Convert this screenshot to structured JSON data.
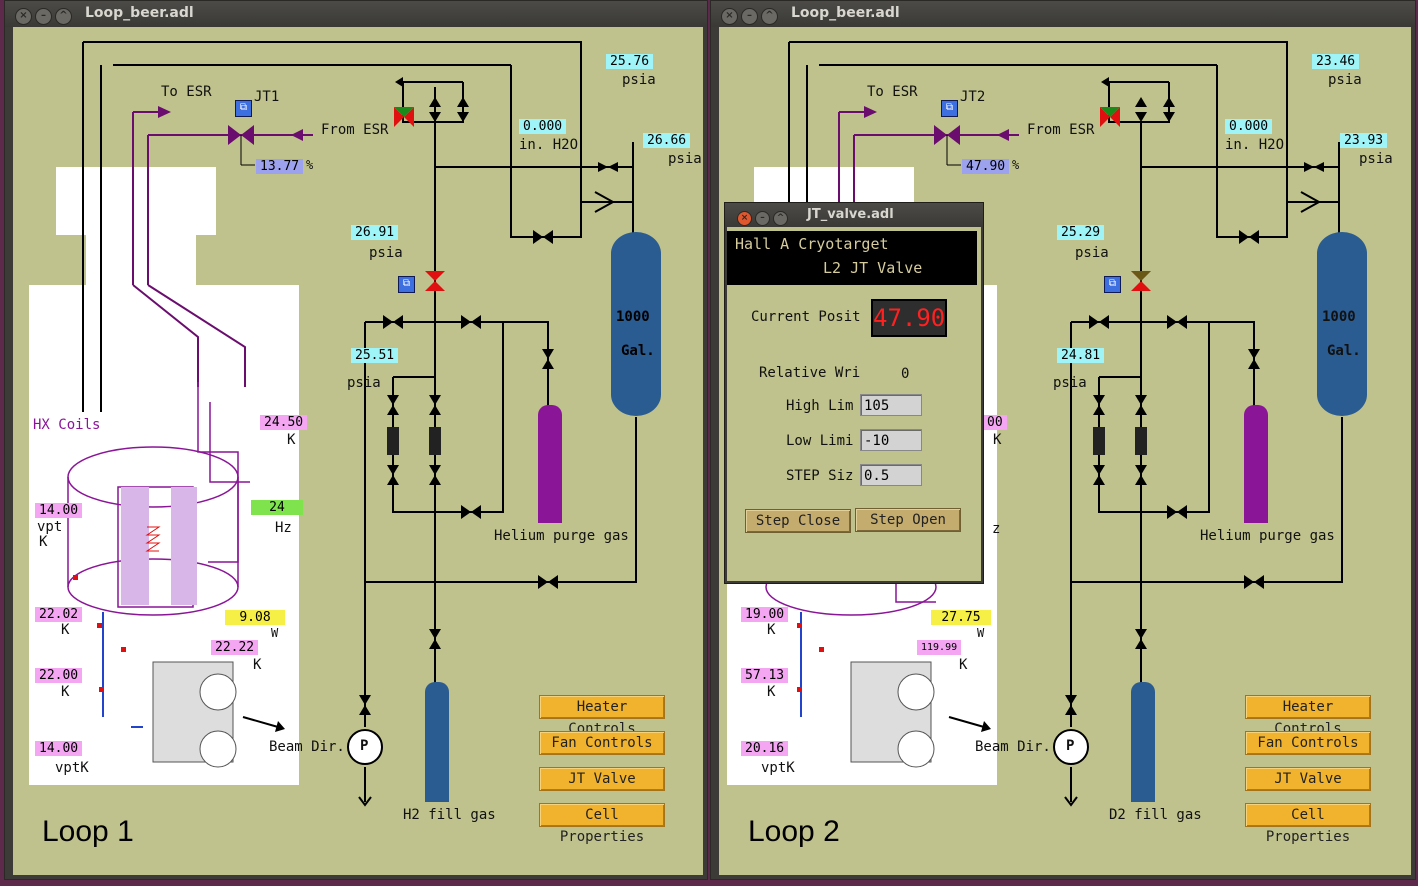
{
  "loop1": {
    "window_title": "Loop_beer.adl",
    "loop_label": "Loop 1",
    "to_esr": "To ESR",
    "from_esr": "From ESR",
    "jt_label": "JT1",
    "jt_percent": "13.77",
    "percent_unit": "%",
    "p_top": "25.76",
    "p_top_unit": "psia",
    "dp_h2o": "0.000",
    "dp_unit": "in. H2O",
    "p_tank": "26.66",
    "p_tank_unit": "psia",
    "p_mid": "26.91",
    "p_mid_unit": "psia",
    "p_low": "25.51",
    "p_low_unit": "psia",
    "tank_label_1": "1000",
    "tank_label_2": "Gal.",
    "hx_coils": "HX Coils",
    "t_hx": "24.50",
    "t_hx_unit": "K",
    "t_vpt": "14.00",
    "t_vpt_l1": "vpt",
    "t_vpt_l2": "K",
    "fan_hz": "24",
    "fan_unit": "Hz",
    "t_a": "22.02",
    "t_a_unit": "K",
    "heater_w": "9.08",
    "heater_unit": "W",
    "t_b": "22.22",
    "t_b_unit": "K",
    "t_c": "22.00",
    "t_c_unit": "K",
    "t_vptk": "14.00",
    "t_vptk_unit": "vptK",
    "beam_dir": "Beam Dir.",
    "pump": "P",
    "purge_gas": "Helium purge gas",
    "fill_gas": "H2 fill gas",
    "buttons": [
      "Heater Controls",
      "Fan Controls",
      "JT Valve",
      "Cell Properties"
    ]
  },
  "loop2": {
    "window_title": "Loop_beer.adl",
    "loop_label": "Loop 2",
    "to_esr": "To ESR",
    "from_esr": "From ESR",
    "jt_label": "JT2",
    "jt_percent": "47.90",
    "percent_unit": "%",
    "p_top": "23.46",
    "p_top_unit": "psia",
    "dp_h2o": "0.000",
    "dp_unit": "in. H2O",
    "p_tank": "23.93",
    "p_tank_unit": "psia",
    "p_mid": "25.29",
    "p_mid_unit": "psia",
    "p_low": "24.81",
    "p_low_unit": "psia",
    "tank_label_1": "1000",
    "tank_label_2": "Gal.",
    "t_hx_unit": "K",
    "t_partial": "00",
    "fan_unit_partial": "z",
    "t_a": "19.00",
    "t_a_unit": "K",
    "heater_w": "27.75",
    "heater_unit": "W",
    "t_b": "119.99",
    "t_b_unit": "K",
    "t_c": "57.13",
    "t_c_unit": "K",
    "t_vptk": "20.16",
    "t_vptk_unit": "vptK",
    "beam_dir": "Beam Dir.",
    "pump": "P",
    "purge_gas": "Helium purge gas",
    "fill_gas": "D2 fill gas",
    "buttons": [
      "Heater Controls",
      "Fan Controls",
      "JT Valve",
      "Cell Properties"
    ]
  },
  "dialog": {
    "title": "JT_valve.adl",
    "header_line1": "Hall A Cryotarget",
    "header_line2": "L2 JT Valve",
    "current_label": "Current Posit",
    "current_value": "47.90",
    "relative_label": "Relative Wri",
    "relative_value": "0",
    "high_label": "High Lim",
    "high_value": "105",
    "low_label": "Low Limi",
    "low_value": "-10",
    "step_label": "STEP Siz",
    "step_value": "0.5",
    "step_close": "Step Close",
    "step_open": "Step Open"
  },
  "colors": {
    "panel_bg": "#bfc28c",
    "purple_line": "#6a0d6e",
    "tank_blue": "#2b5c91",
    "button_orange": "#f1b32d"
  }
}
